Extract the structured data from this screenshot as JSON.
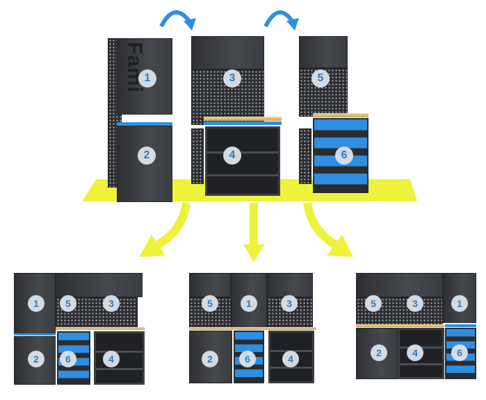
{
  "brand": "Fami",
  "badges": {
    "1": "1",
    "2": "2",
    "3": "3",
    "4": "4",
    "5": "5",
    "6": "6"
  },
  "colors": {
    "floor": "#eef23a",
    "arrow_yellow": "#eef23a",
    "arrow_blue": "#2f8ee0",
    "badge_text": "#2f7fc1",
    "cabinet": "#3a3d41",
    "bins": "#2f8ee0"
  }
}
